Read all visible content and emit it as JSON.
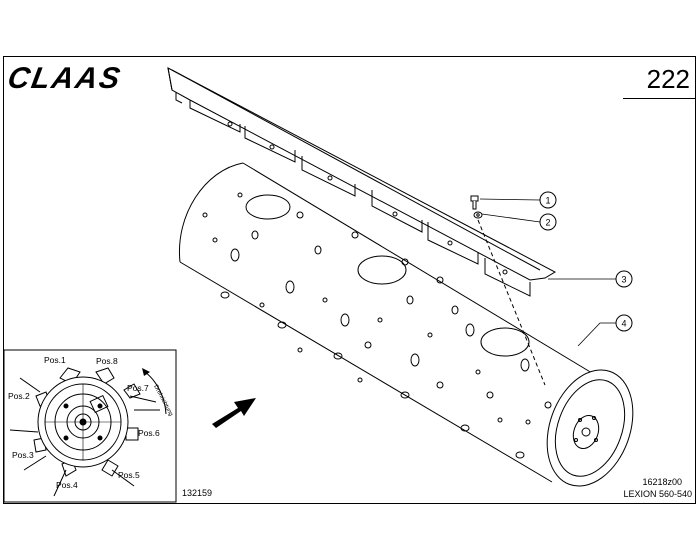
{
  "header": {
    "brand": "CLAAS",
    "page_number": "222"
  },
  "callouts": [
    "1",
    "2",
    "3",
    "4"
  ],
  "inset": {
    "positions": [
      "Pos.1",
      "Pos.8",
      "Pos.7",
      "Pos.2",
      "Pos.6",
      "Pos.3",
      "Pos.5",
      "Pos.4"
    ],
    "rotation_label": "Drehrichtung"
  },
  "footer": {
    "drawing_no": "132159",
    "part_code": "16218z00",
    "model": "LEXION 560-540"
  }
}
